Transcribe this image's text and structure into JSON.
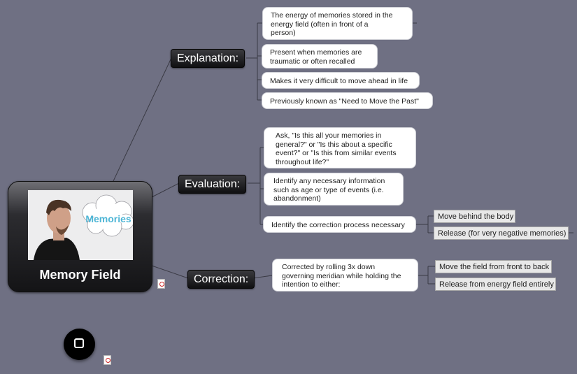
{
  "central": {
    "title": "Memory Field",
    "photo_cloud_text": "Memories"
  },
  "branches": {
    "explanation": {
      "label": "Explanation:",
      "notes": [
        [
          "The energy of memories stored in the",
          "energy field (often in front of a",
          "person)"
        ],
        [
          "Present when memories are",
          "traumatic or often recalled"
        ],
        [
          "Makes it very difficult to move ahead in life"
        ],
        [
          "Previously known as \"Need to Move the Past\""
        ]
      ]
    },
    "evaluation": {
      "label": "Evaluation:",
      "notes": [
        [
          "Ask, \"Is this all your memories in",
          "general?\" or \"Is this about a specific",
          "event?\" or \"Is this from similar events",
          "throughout life?\""
        ],
        [
          "Identify any necessary information",
          "such as age or type of events (i.e.",
          "abandonment)"
        ],
        [
          "Identify the correction process necessary"
        ]
      ],
      "leaves": [
        "Move behind the body",
        "Release (for very negative memories)"
      ]
    },
    "correction": {
      "label": "Correction:",
      "notes": [
        [
          "Corrected by rolling 3x down",
          "governing meridian while holding the",
          "intention to either:"
        ]
      ],
      "leaves": [
        "Move the field from front to back",
        "Release from energy field entirely"
      ]
    }
  },
  "icons": [
    "attachment-icon",
    "stop-icon"
  ]
}
